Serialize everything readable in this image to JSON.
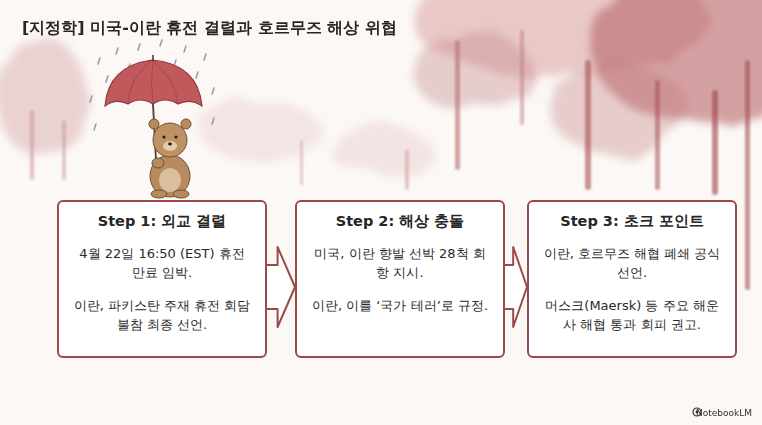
{
  "diagram": {
    "title": "[지정학] 미국-이란 휴전 결렬과 호르무즈 해상 위협",
    "nodes": [
      {
        "text": [
          "Step 1: 외교 결렬",
          "4월 22일 16:50 (EST) 휴전 만료 임박.",
          "이란, 파키스탄 주재 휴전 회담 불참 최종 선언."
        ]
      },
      {
        "text": [
          "Step 2: 해상 충돌",
          "미국, 이란 향발 선박 28척 회항 지시.",
          "이란, 이를 ‘국가 테러’로 규정."
        ]
      },
      {
        "text": [
          "Step 3: 초크 포인트",
          "이란, 호르무즈 해협 폐쇄 공식 선언.",
          "머스크(Maersk) 등 주요 해운사 해협 통과 회피 권고."
        ]
      }
    ],
    "edges": [
      {
        "from": 0,
        "to": 1,
        "arrow": "to"
      },
      {
        "from": 1,
        "to": 2,
        "arrow": "to"
      }
    ],
    "labels": [
      "NotebookLM"
    ]
  }
}
